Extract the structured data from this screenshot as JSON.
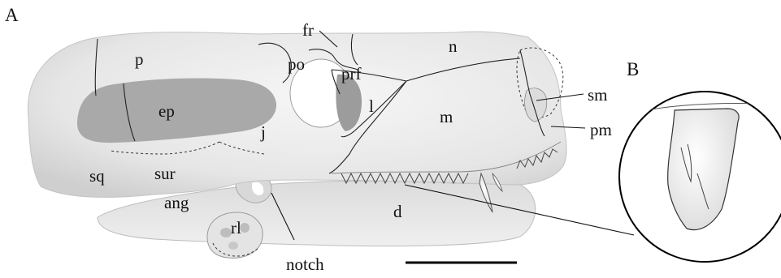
{
  "figure": {
    "panel_a": "A",
    "panel_b": "B",
    "labels": {
      "fr": "fr",
      "p": "p",
      "po": "po",
      "n": "n",
      "prf": "prf",
      "sm": "sm",
      "ep": "ep",
      "l": "l",
      "m": "m",
      "pm": "pm",
      "j": "j",
      "sq": "sq",
      "sur": "sur",
      "ang": "ang",
      "d": "d",
      "rl": "rl",
      "notch": "notch"
    },
    "colors": {
      "skull_fill": "#ececec",
      "fossa_fill": "#a9a9a9",
      "orbit_fill": "#ffffff",
      "line": "#111111"
    }
  }
}
